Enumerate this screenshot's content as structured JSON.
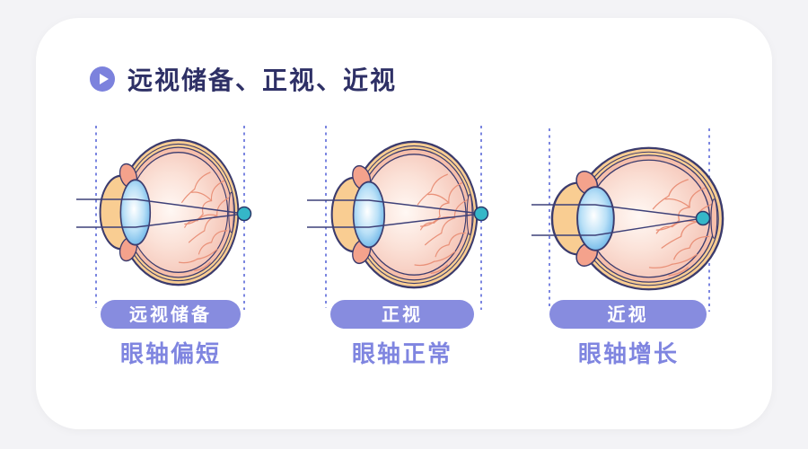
{
  "header": {
    "title": "远视储备、正视、近视"
  },
  "panels": [
    {
      "name": "hyperopia-reserve",
      "pill": "远视储备",
      "caption": "眼轴偏短"
    },
    {
      "name": "emmetropia",
      "pill": "正视",
      "caption": "眼轴正常"
    },
    {
      "name": "myopia",
      "pill": "近视",
      "caption": "眼轴增长"
    }
  ],
  "icons": {
    "header_icon": "play-icon",
    "focus_marker": "focal-point-dot"
  },
  "colors": {
    "title_text": "#2e3066",
    "accent_purple": "#7c82dd",
    "pill_bg": "#878cdf",
    "pill_text": "#ffffff",
    "caption_text": "#7f85e0",
    "dashed_line": "#7b86e0",
    "outline_navy": "#3b3b6d",
    "sclera_orange": "#f9cd92",
    "choroid_pink": "#f6bfab",
    "vessel_salmon": "#e99179",
    "lens_blue": "#64b1e6",
    "focal_dot_teal": "#35b7c8"
  }
}
